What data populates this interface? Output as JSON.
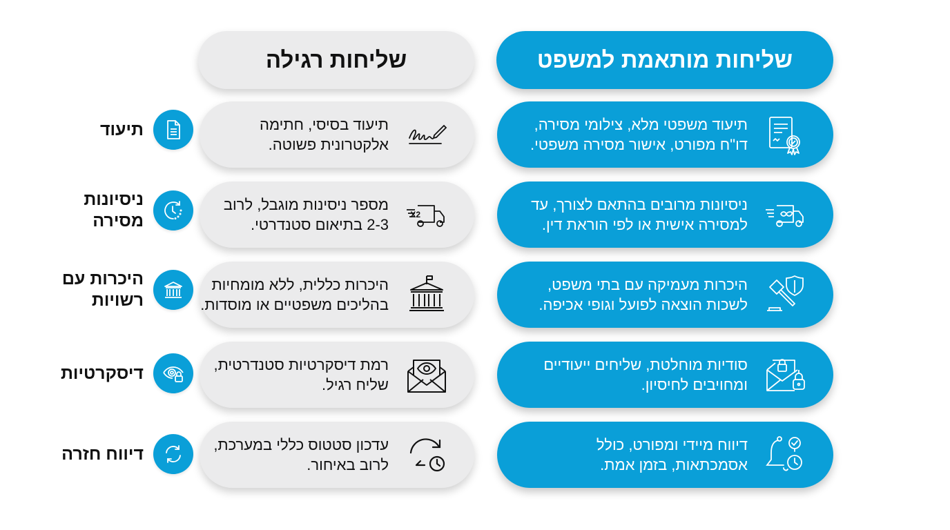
{
  "headers": {
    "legal": "שליחות מותאמת למשפט",
    "regular": "שליחות רגילה"
  },
  "colors": {
    "accent_blue": "#0a9fd8",
    "pill_gray": "#ebebec",
    "text_dark": "#111111",
    "text_light": "#ffffff"
  },
  "rows": [
    {
      "category": {
        "lines": [
          "תיעוד"
        ],
        "icon": "document-icon"
      },
      "legal": {
        "lines": [
          "תיעוד משפטי מלא, צילומי מסירה,",
          "דו\"ח מפורט, אישור מסירה משפטי."
        ],
        "icon": "certificate-icon"
      },
      "regular": {
        "lines": [
          "תיעוד בסיסי, חתימה",
          "אלקטרונית פשוטה."
        ],
        "icon": "signature-icon"
      }
    },
    {
      "category": {
        "lines": [
          "ניסיונות",
          "מסירה"
        ],
        "icon": "clock-retry-icon"
      },
      "legal": {
        "lines": [
          "ניסיונות מרובים בהתאם לצורך, עד",
          "למסירה אישית או לפי הוראת דין."
        ],
        "icon": "truck-infinity-icon"
      },
      "regular": {
        "lines": [
          "מספר ניסינות מוגבל, לרוב",
          "2-3 בתיאום סטנדרטי."
        ],
        "icon": "truck-x2-icon",
        "badge": "X2"
      }
    },
    {
      "category": {
        "lines": [
          "היכרות עם",
          "רשויות"
        ],
        "icon": "courthouse-icon"
      },
      "legal": {
        "lines": [
          "היכרות מעמיקה עם בתי משפט,",
          "לשכות הוצאה לפועל וגופי אכיפה."
        ],
        "icon": "gavel-shield-icon"
      },
      "regular": {
        "lines": [
          "היכרות כללית, ללא מומחיות",
          "בהליכים משפטיים או מוסדות."
        ],
        "icon": "institution-flag-icon"
      }
    },
    {
      "category": {
        "lines": [
          "דיסקרטיות"
        ],
        "icon": "eye-lock-icon"
      },
      "legal": {
        "lines": [
          "סודיות מוחלטת, שליחים ייעודיים",
          "ומחויבים לחיסיון."
        ],
        "icon": "envelope-lock-icon"
      },
      "regular": {
        "lines": [
          "רמת דיסקרטיות סטנדרטית,",
          "שליח רגיל."
        ],
        "icon": "envelope-eye-icon"
      }
    },
    {
      "category": {
        "lines": [
          "דיווח חזרה"
        ],
        "icon": "sync-icon"
      },
      "legal": {
        "lines": [
          "דיווח מיידי ומפורט, כולל",
          "אסמכתאות, בזמן אמת."
        ],
        "icon": "bell-check-clock-icon"
      },
      "regular": {
        "lines": [
          "עדכון סטטוס כללי במערכת,",
          "לרוב באיחור."
        ],
        "icon": "refresh-clock-icon"
      }
    }
  ]
}
